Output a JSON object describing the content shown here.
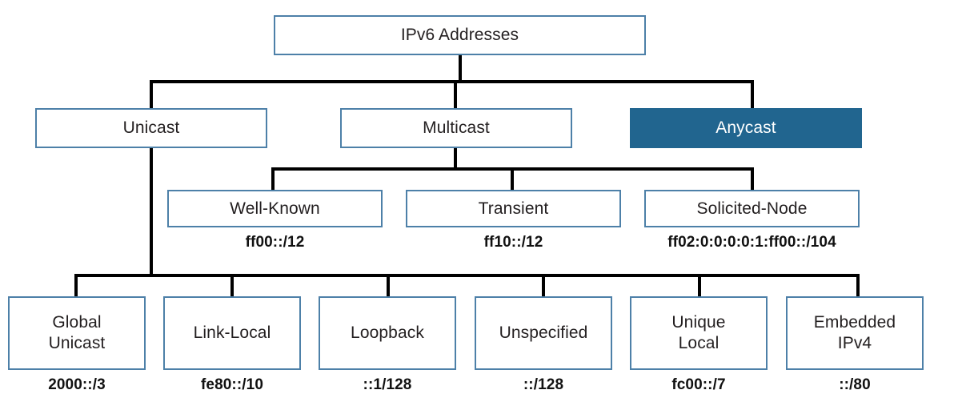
{
  "diagram": {
    "title": "IPv6 Addresses",
    "type": "hierarchy-tree",
    "accent_color": "#21658f",
    "border_color": "#4d80a8",
    "text_color": "#231f20",
    "connector_color": "#000000",
    "background_color": "#ffffff"
  },
  "root": {
    "label": "IPv6 Addresses"
  },
  "level1": [
    {
      "label": "Unicast",
      "highlighted": false
    },
    {
      "label": "Multicast",
      "highlighted": false
    },
    {
      "label": "Anycast",
      "highlighted": true
    }
  ],
  "multicast_children": [
    {
      "label": "Well-Known",
      "prefix": "ff00::/12"
    },
    {
      "label": "Transient",
      "prefix": "ff10::/12"
    },
    {
      "label": "Solicited-Node",
      "prefix": "ff02:0:0:0:0:1:ff00::/104"
    }
  ],
  "unicast_children": [
    {
      "line1": "Global",
      "line2": "Unicast",
      "prefix": "2000::/3"
    },
    {
      "line1": "Link-Local",
      "line2": "",
      "prefix": "fe80::/10"
    },
    {
      "line1": "Loopback",
      "line2": "",
      "prefix": "::1/128"
    },
    {
      "line1": "Unspecified",
      "line2": "",
      "prefix": "::/128"
    },
    {
      "line1": "Unique",
      "line2": "Local",
      "prefix": "fc00::/7"
    },
    {
      "line1": "Embedded",
      "line2": "IPv4",
      "prefix": "::/80"
    }
  ]
}
